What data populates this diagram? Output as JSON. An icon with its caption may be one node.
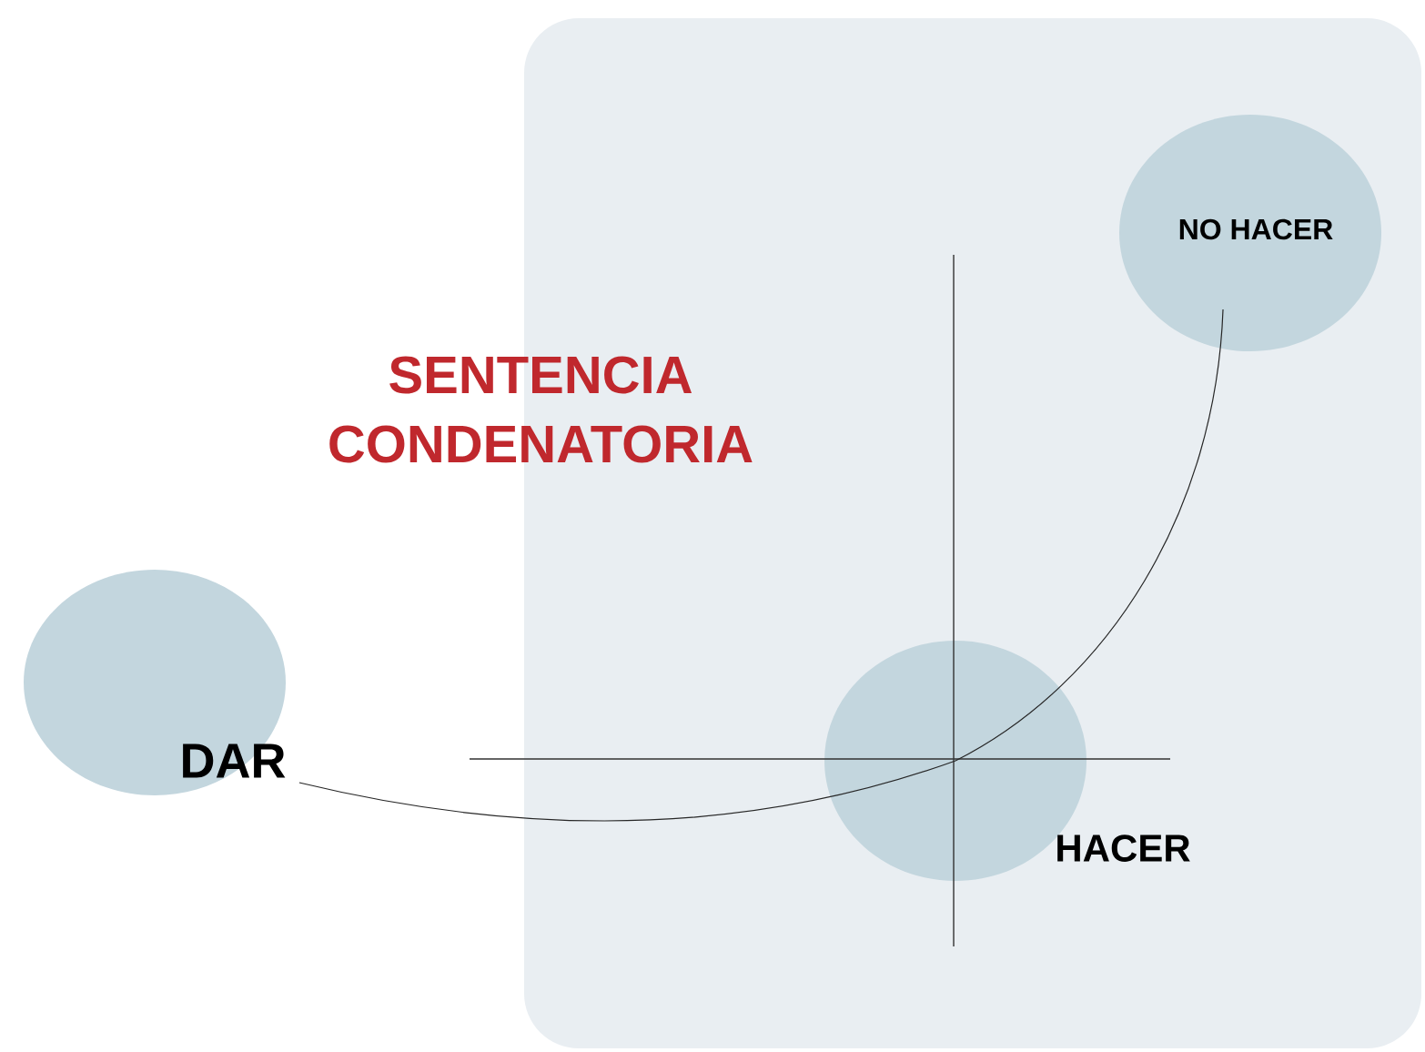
{
  "diagram": {
    "title": "SENTENCIA CONDENATORIA",
    "nodes": [
      {
        "text": [
          "DAR"
        ]
      },
      {
        "text": [
          "HACER"
        ]
      },
      {
        "text": [
          "NO HACER"
        ]
      }
    ],
    "edges": [
      {
        "from": 0,
        "to": 1,
        "arrow": "none"
      },
      {
        "from": 1,
        "to": 2,
        "arrow": "none"
      }
    ]
  }
}
